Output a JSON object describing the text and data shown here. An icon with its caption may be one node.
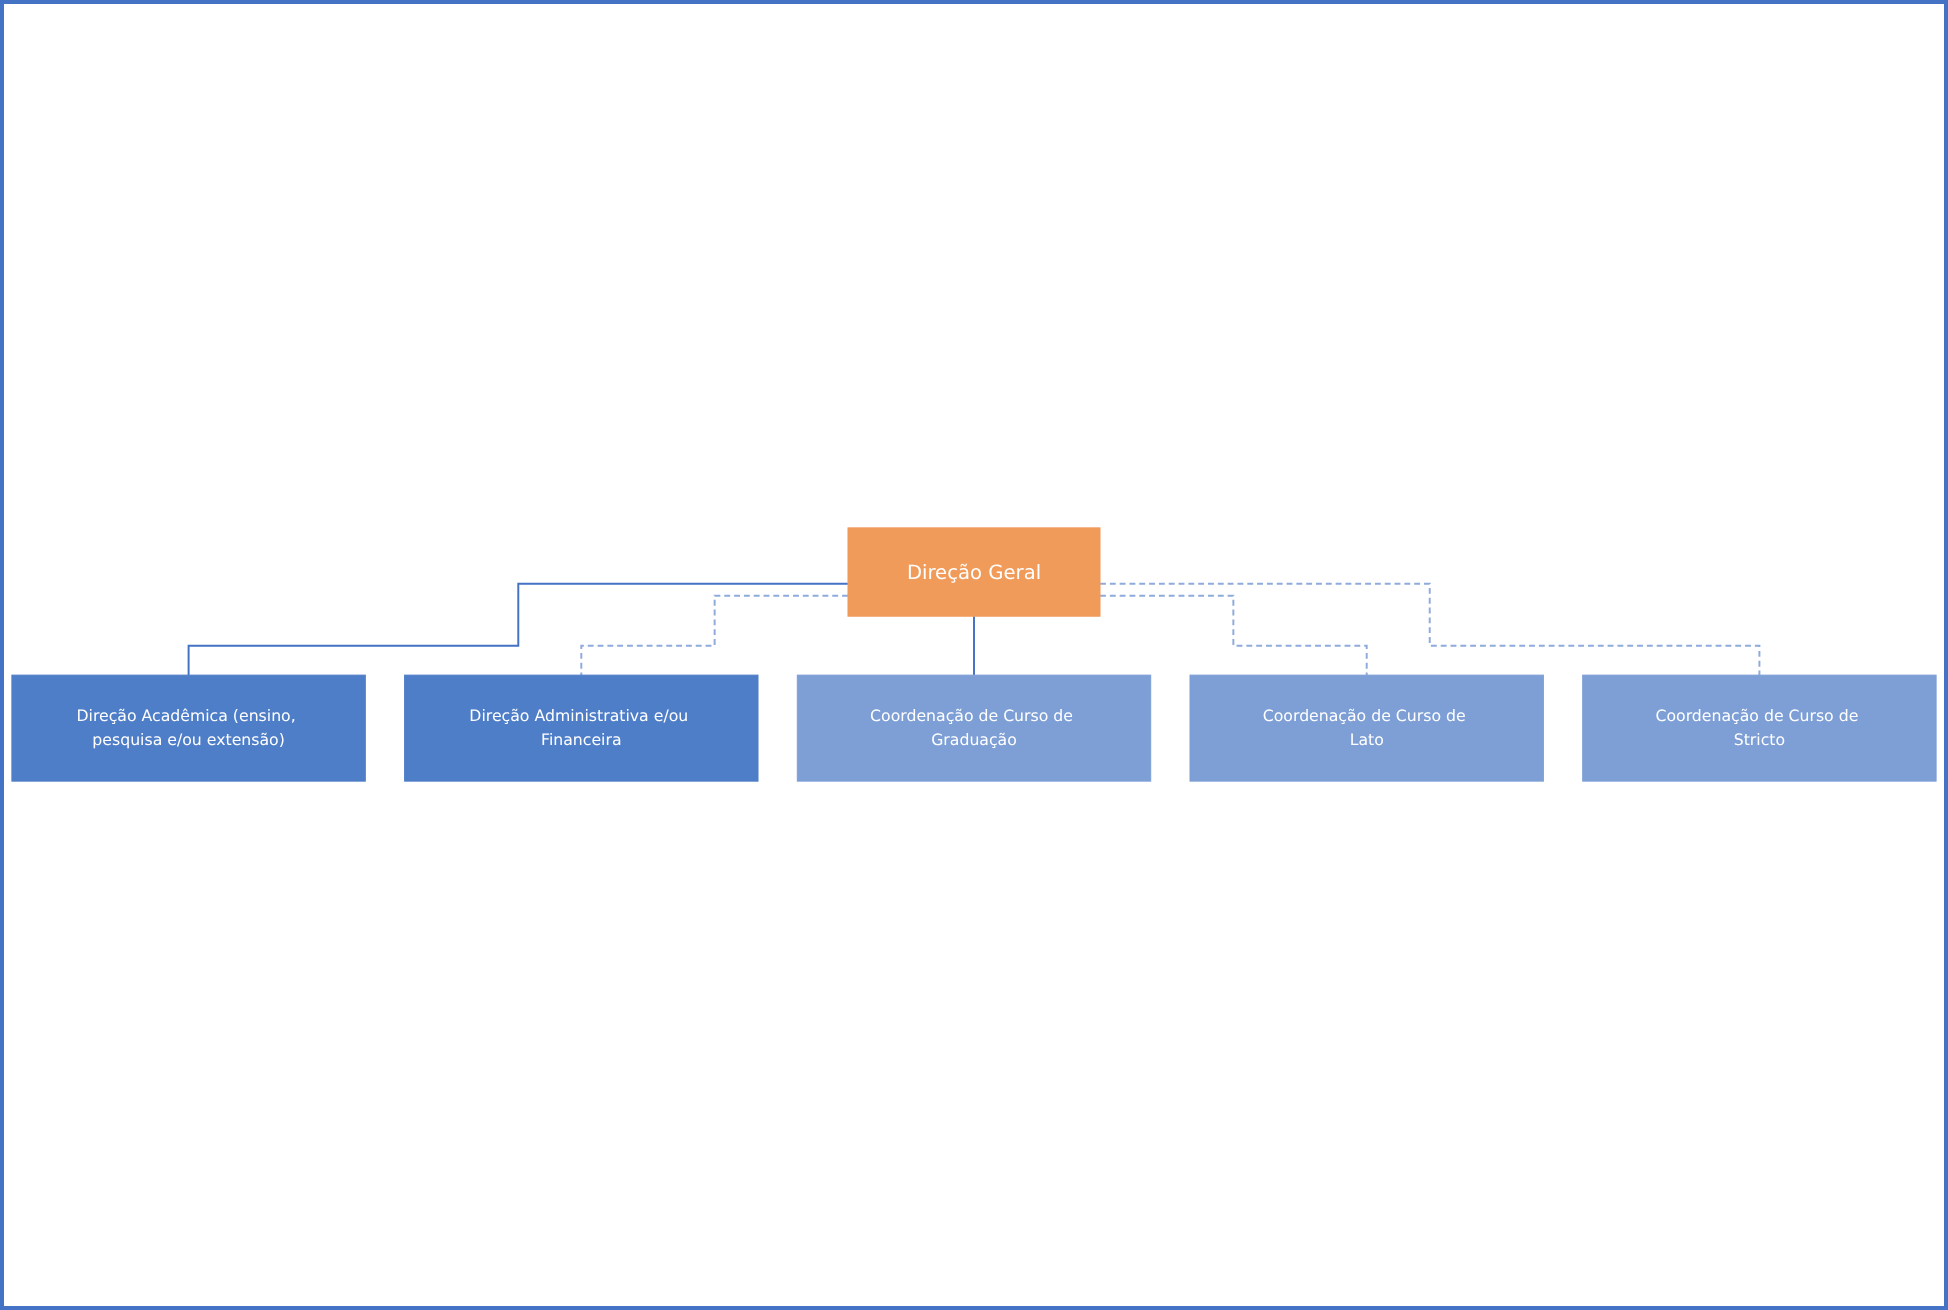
{
  "diagram": {
    "nodes": [
      {
        "text": [
          "Direção Geral"
        ]
      },
      {
        "text": [
          "Direção Acadêmica (ensino, pesquisa e/ou extensão)"
        ]
      },
      {
        "text": [
          "Direção Administrativa e/ou Financeira"
        ]
      },
      {
        "text": [
          "Coordenação de Curso de Graduação"
        ]
      },
      {
        "text": [
          "Coordenação de Curso de Lato"
        ]
      },
      {
        "text": [
          "Coordenação de Curso de Stricto"
        ]
      }
    ],
    "edges": [
      {
        "from": 0,
        "to": 1,
        "arrow": "none",
        "color": "#4472c4"
      },
      {
        "from": 0,
        "to": 2,
        "arrow": "none",
        "style": "dashed"
      },
      {
        "from": 0,
        "to": 3,
        "arrow": "none",
        "color": "#4472c4"
      },
      {
        "from": 0,
        "to": 4,
        "arrow": "none",
        "style": "dashed"
      },
      {
        "from": 0,
        "to": 5,
        "arrow": "none",
        "style": "dashed"
      }
    ]
  }
}
